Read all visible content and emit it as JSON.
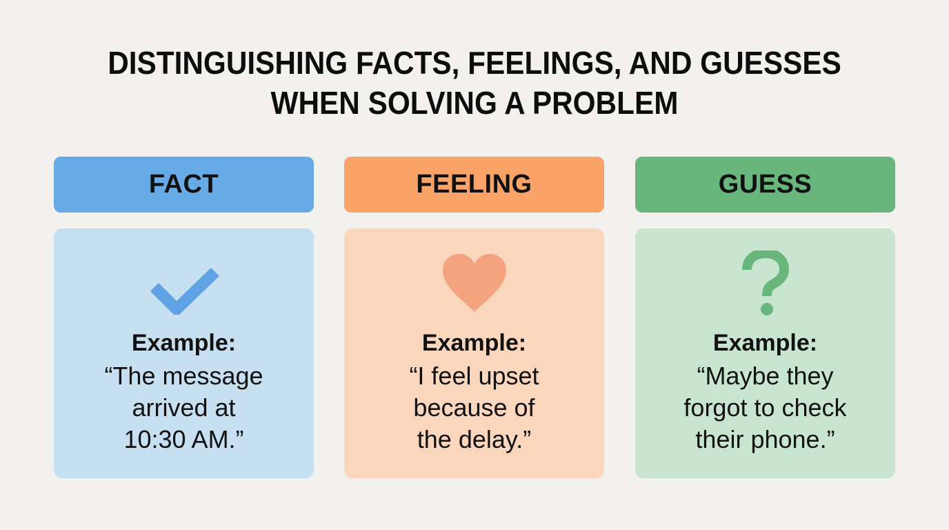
{
  "title": {
    "line1": "DISTINGUISHING FACTS, FEELINGS, AND GUESSES",
    "line2": "WHEN SOLVING A PROBLEM"
  },
  "colors": {
    "background": "#f2f1ed",
    "fact_header": "#66aae6",
    "fact_body": "#c6e0f1",
    "fact_icon": "#5fa3e4",
    "feeling_header": "#f9a368",
    "feeling_body": "#fad6bd",
    "feeling_icon": "#f3a47f",
    "guess_header": "#68b67c",
    "guess_body": "#c8e6cf",
    "guess_icon": "#68b67c"
  },
  "columns": [
    {
      "id": "fact",
      "header": "FACT",
      "icon": "checkmark-icon",
      "example_label": "Example:",
      "example_lines": [
        "“The message",
        "arrived at",
        "10:30 AM.”"
      ]
    },
    {
      "id": "feeling",
      "header": "FEELING",
      "icon": "heart-icon",
      "example_label": "Example:",
      "example_lines": [
        "“I feel upset",
        "because of",
        "the delay.”"
      ]
    },
    {
      "id": "guess",
      "header": "GUESS",
      "icon": "question-mark-icon",
      "example_label": "Example:",
      "example_lines": [
        "“Maybe they",
        "forgot to check",
        "their phone.”"
      ]
    }
  ]
}
